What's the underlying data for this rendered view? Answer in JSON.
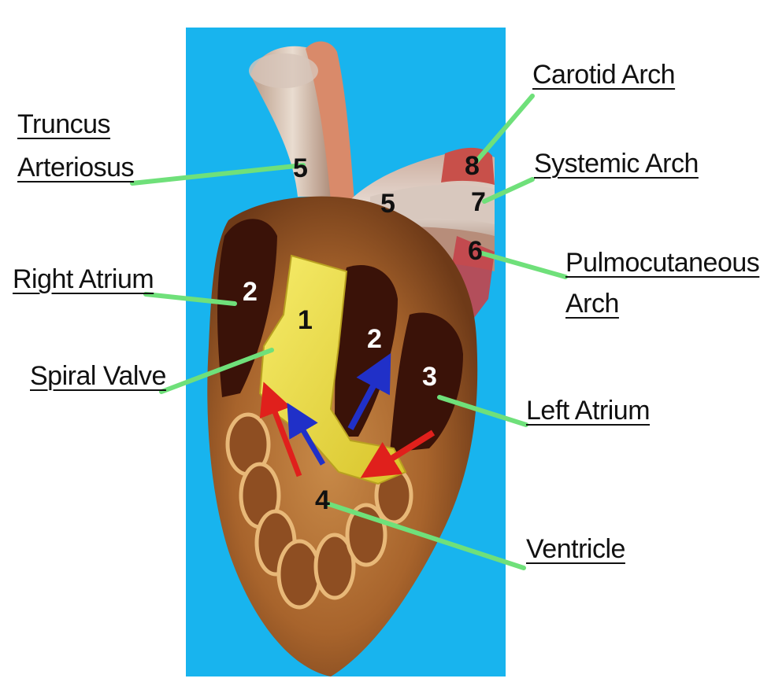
{
  "labels": {
    "truncus_line1": "Truncus",
    "truncus_line2": "Arteriosus",
    "right_atrium": "Right Atrium",
    "spiral_valve": "Spiral Valve",
    "carotid_arch": "Carotid Arch",
    "systemic_arch": "Systemic Arch",
    "pulmocutaneous_line1": "Pulmocutaneous",
    "pulmocutaneous_line2": "Arch",
    "left_atrium": "Left Atrium",
    "ventricle": "Ventricle"
  },
  "numbers": {
    "truncus": "5",
    "truncus_right": "5",
    "right_atrium": "2",
    "spiral_valve": "1",
    "left_atrium_upper": "2",
    "left_atrium": "3",
    "ventricle": "4",
    "carotid": "8",
    "systemic": "7",
    "pulmocutaneous": "6"
  },
  "colors": {
    "background_panel": "#18B4EE",
    "leader_line": "#6FE07A",
    "oxygenated_arrow": "#E0201C",
    "deoxygenated_arrow": "#2030C8",
    "spiral_valve": "#F2E23A"
  }
}
